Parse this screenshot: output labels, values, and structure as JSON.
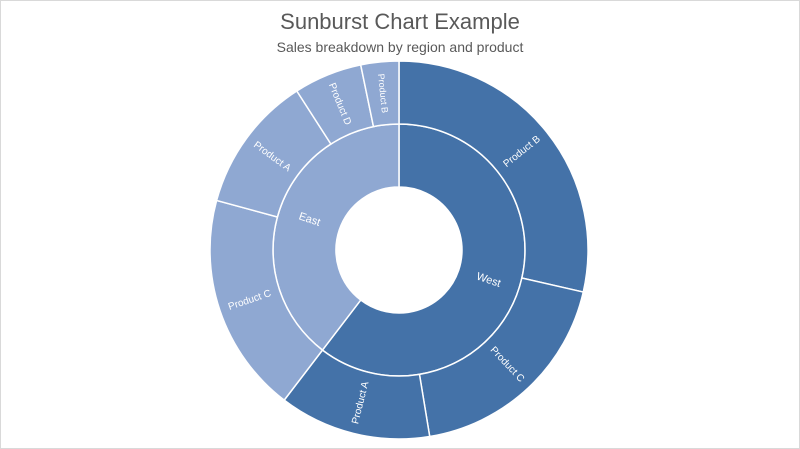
{
  "chart_data": {
    "type": "sunburst",
    "title": "Sunburst Chart Example",
    "subtitle": "Sales breakdown by region and product",
    "colors": {
      "West": "#4472a8",
      "East": "#8fa8d2"
    },
    "regions": [
      {
        "name": "West",
        "children": [
          {
            "name": "Product B",
            "value": 22
          },
          {
            "name": "Product C",
            "value": 14.5
          },
          {
            "name": "Product A",
            "value": 10
          }
        ]
      },
      {
        "name": "East",
        "children": [
          {
            "name": "Product C",
            "value": 14.5
          },
          {
            "name": "Product A",
            "value": 9
          },
          {
            "name": "Product D",
            "value": 4.5
          },
          {
            "name": "Product B",
            "value": 2.5
          }
        ]
      }
    ]
  }
}
